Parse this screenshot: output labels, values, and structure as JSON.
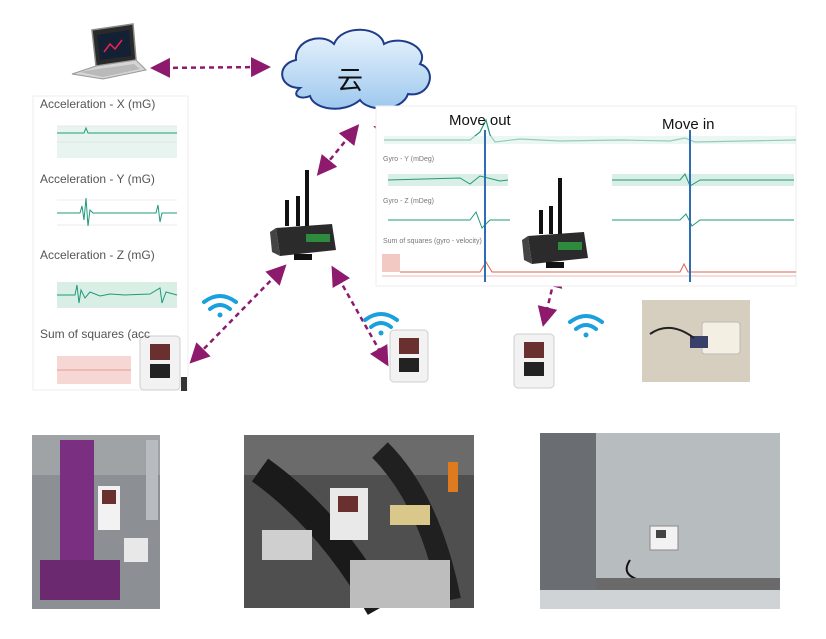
{
  "cloud": {
    "label": "云"
  },
  "left_panel": {
    "titles": [
      "Acceleration - X (mG)",
      "Acceleration - Y (mG)",
      "Acceleration - Z (mG)",
      "Sum of squares (acc"
    ]
  },
  "right_panel": {
    "move_out": "Move out",
    "move_in": "Move in",
    "titles": [
      "Gyro - Y (mDeg)",
      "Gyro - Z (mDeg)",
      "Sum of squares (gyro - velocity)"
    ]
  },
  "colors": {
    "arrow": "#8e1a6e",
    "wifi": "#1aa0dc",
    "trace": "#1f9a7a",
    "marker": "#2f6db5",
    "cloud_fill": "#bcd9f2",
    "cloud_stroke": "#1f3c8a"
  },
  "icons": [
    "laptop-icon",
    "cloud-icon",
    "gateway-icon",
    "wifi-icon",
    "sensor-icon"
  ]
}
